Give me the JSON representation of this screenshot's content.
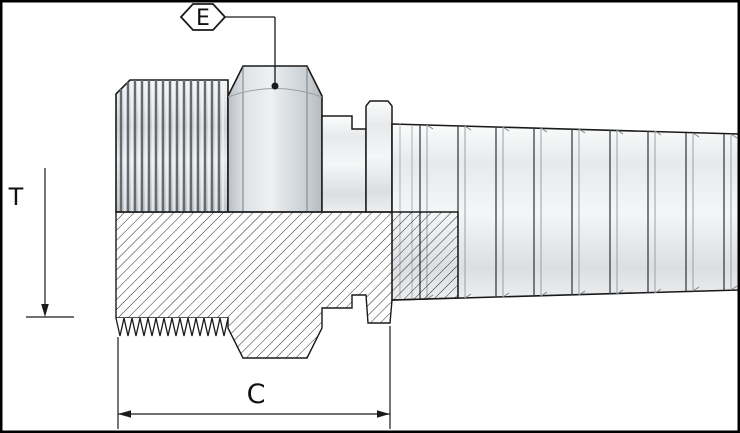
{
  "drawing": {
    "labels": {
      "datum_e": "E",
      "dim_t": "T",
      "dim_c": "C"
    },
    "colors": {
      "outline": "#1a1a1a",
      "hatch_line": "#2a2a2a",
      "metal_light": "#f2f4f5",
      "metal_shadow": "#c6cacd",
      "hex_mid": "#e6e9eb",
      "background": "#ffffff",
      "border": "#000000"
    }
  }
}
